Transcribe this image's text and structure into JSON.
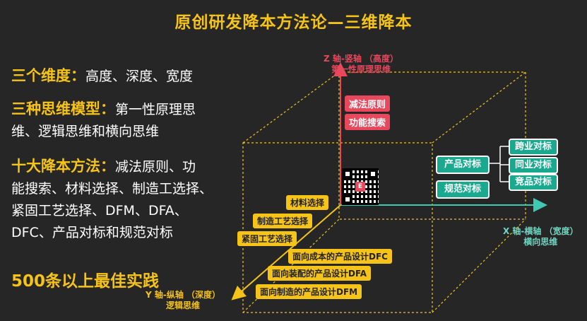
{
  "title": "原创研发降本方法论—三维降本",
  "left": {
    "dims_label": "三个维度：",
    "dims_text": "高度、深度、宽度",
    "models_label": "三种思维模型：",
    "models_text_1": "第一性原理思",
    "models_text_2": "维、逻辑思维和横向思维",
    "methods_label": "十大降本方法：",
    "methods_text_1": "减法原则、功",
    "methods_text_2": "能搜索、材料选择、制造工选择、",
    "methods_text_3": "紧固工艺选择、DFM、DFA、",
    "methods_text_4": "DFC、产品对标和规范对标",
    "practice": "500条以上最佳实践"
  },
  "z_axis": {
    "line1": "Z 轴-竖轴 （高度）",
    "line2": "第一性原理思维",
    "tags": [
      "减法原则",
      "功能搜索"
    ]
  },
  "x_axis": {
    "line1": "X 轴-横轴 （宽度）",
    "line2": "横向思维",
    "tags": [
      "产品对标",
      "规范对标"
    ],
    "sub_tags": [
      "跨业对标",
      "同业对标",
      "竞品对标"
    ]
  },
  "y_axis": {
    "line1": "Y 轴-纵轴 （深度）",
    "line2": "逻辑思维",
    "tags": [
      "材料选择",
      "制造工艺选择",
      "紧固工艺选择",
      "面向成本的产品设计DFC",
      "面向装配的产品设计DFA",
      "面向制造的产品设计DFM"
    ]
  },
  "colors": {
    "background": "#262626",
    "yellow": "#f6c318",
    "red": "#e8475c",
    "green": "#1aa98f",
    "teal_line": "#3fc9b0"
  }
}
